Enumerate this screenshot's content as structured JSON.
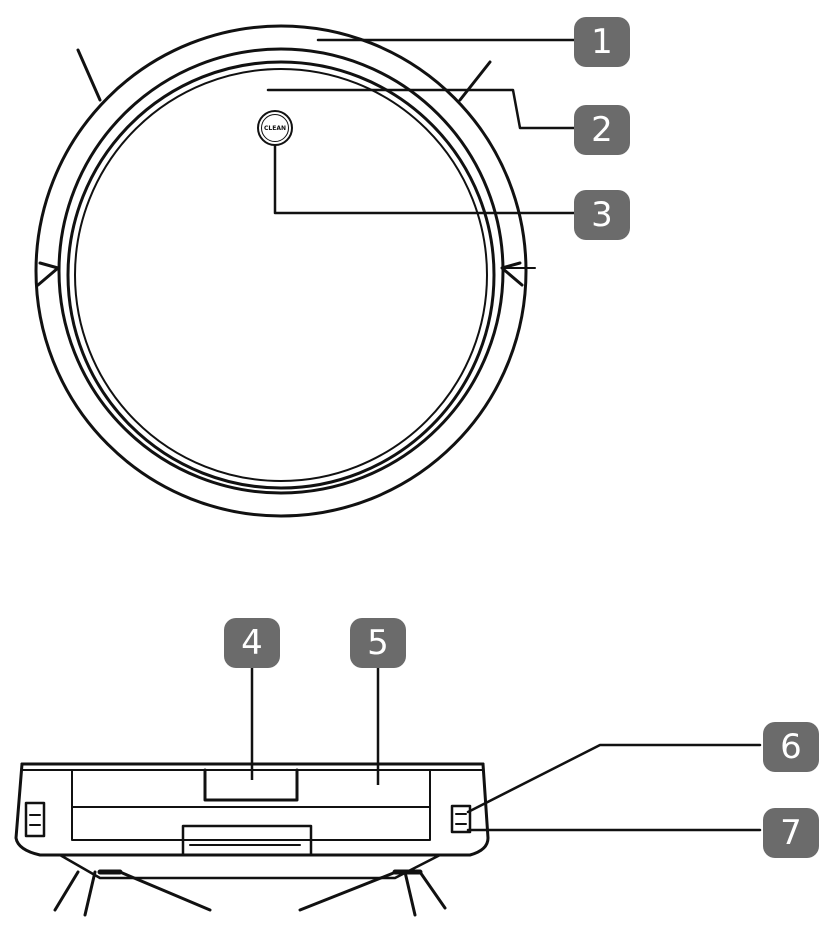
{
  "callouts": {
    "c1": "1",
    "c2": "2",
    "c3": "3",
    "c4": "4",
    "c5": "5",
    "c6": "6",
    "c7": "7"
  },
  "button_label": "CLEAN",
  "colors": {
    "badge_fill": "#6b6b6b",
    "line": "#111111"
  }
}
